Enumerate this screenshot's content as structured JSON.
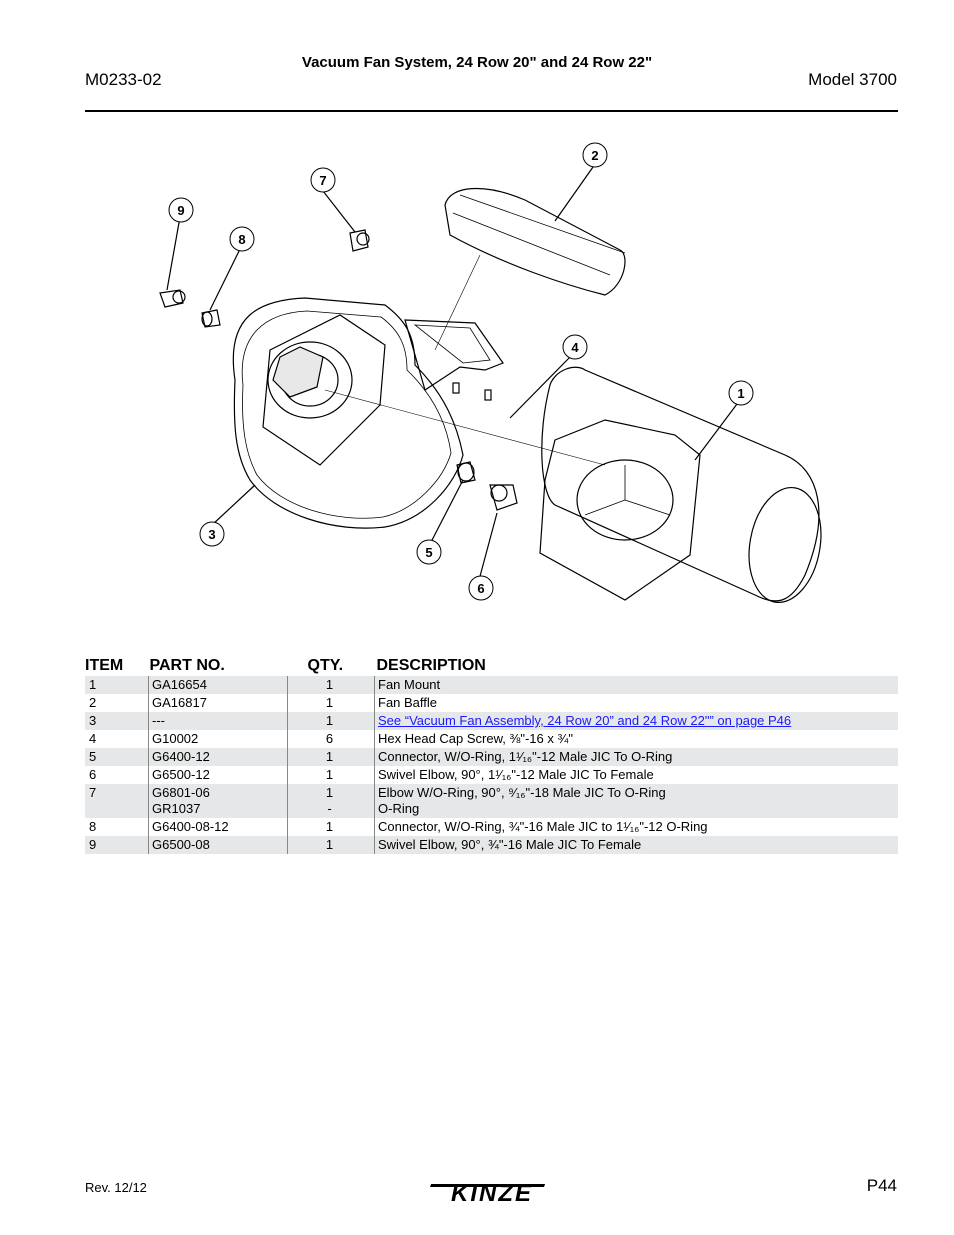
{
  "header": {
    "doc_number": "M0233-02",
    "title": "Vacuum Fan System, 24 Row 20\" and 24 Row 22\"",
    "model": "Model 3700"
  },
  "diagram": {
    "callouts": [
      "1",
      "2",
      "3",
      "4",
      "5",
      "6",
      "7",
      "8",
      "9"
    ]
  },
  "table": {
    "headers": {
      "item": "ITEM",
      "part": "PART NO.",
      "qty": "QTY.",
      "desc": "DESCRIPTION"
    },
    "rows": [
      {
        "item": "1",
        "part": "GA16654",
        "qty": "1",
        "desc": "Fan Mount"
      },
      {
        "item": "2",
        "part": "GA16817",
        "qty": "1",
        "desc": "Fan Baffle"
      },
      {
        "item": "3",
        "part": "---",
        "qty": "1",
        "desc": "See “Vacuum Fan Assembly, 24 Row 20” and 24 Row 22\"” on page P46"
      },
      {
        "item": "4",
        "part": "G10002",
        "qty": "6",
        "desc": "Hex Head Cap Screw, ⅜\"-16 x ¾\""
      },
      {
        "item": "5",
        "part": "G6400-12",
        "qty": "1",
        "desc": "Connector, W/O-Ring, 1¹⁄₁₆\"-12 Male JIC To O-Ring"
      },
      {
        "item": "6",
        "part": "G6500-12",
        "qty": "1",
        "desc": "Swivel Elbow, 90°, 1¹⁄₁₆\"-12 Male JIC To Female"
      },
      {
        "item": "7",
        "part": "G6801-06",
        "part2": "GR1037",
        "qty": "1",
        "qty2": "-",
        "desc": "Elbow W/O-Ring, 90°, ⁹⁄₁₆\"-18 Male JIC To O-Ring",
        "desc2": "O-Ring"
      },
      {
        "item": "8",
        "part": "G6400-08-12",
        "qty": "1",
        "desc": "Connector, W/O-Ring, ¾\"-16 Male JIC to 1¹⁄₁₆\"-12 O-Ring"
      },
      {
        "item": "9",
        "part": "G6500-08",
        "qty": "1",
        "desc": "Swivel Elbow, 90°, ¾\"-16 Male JIC To Female"
      }
    ]
  },
  "footer": {
    "revision": "Rev. 12/12",
    "logo": "KINZE",
    "page": "P44"
  }
}
